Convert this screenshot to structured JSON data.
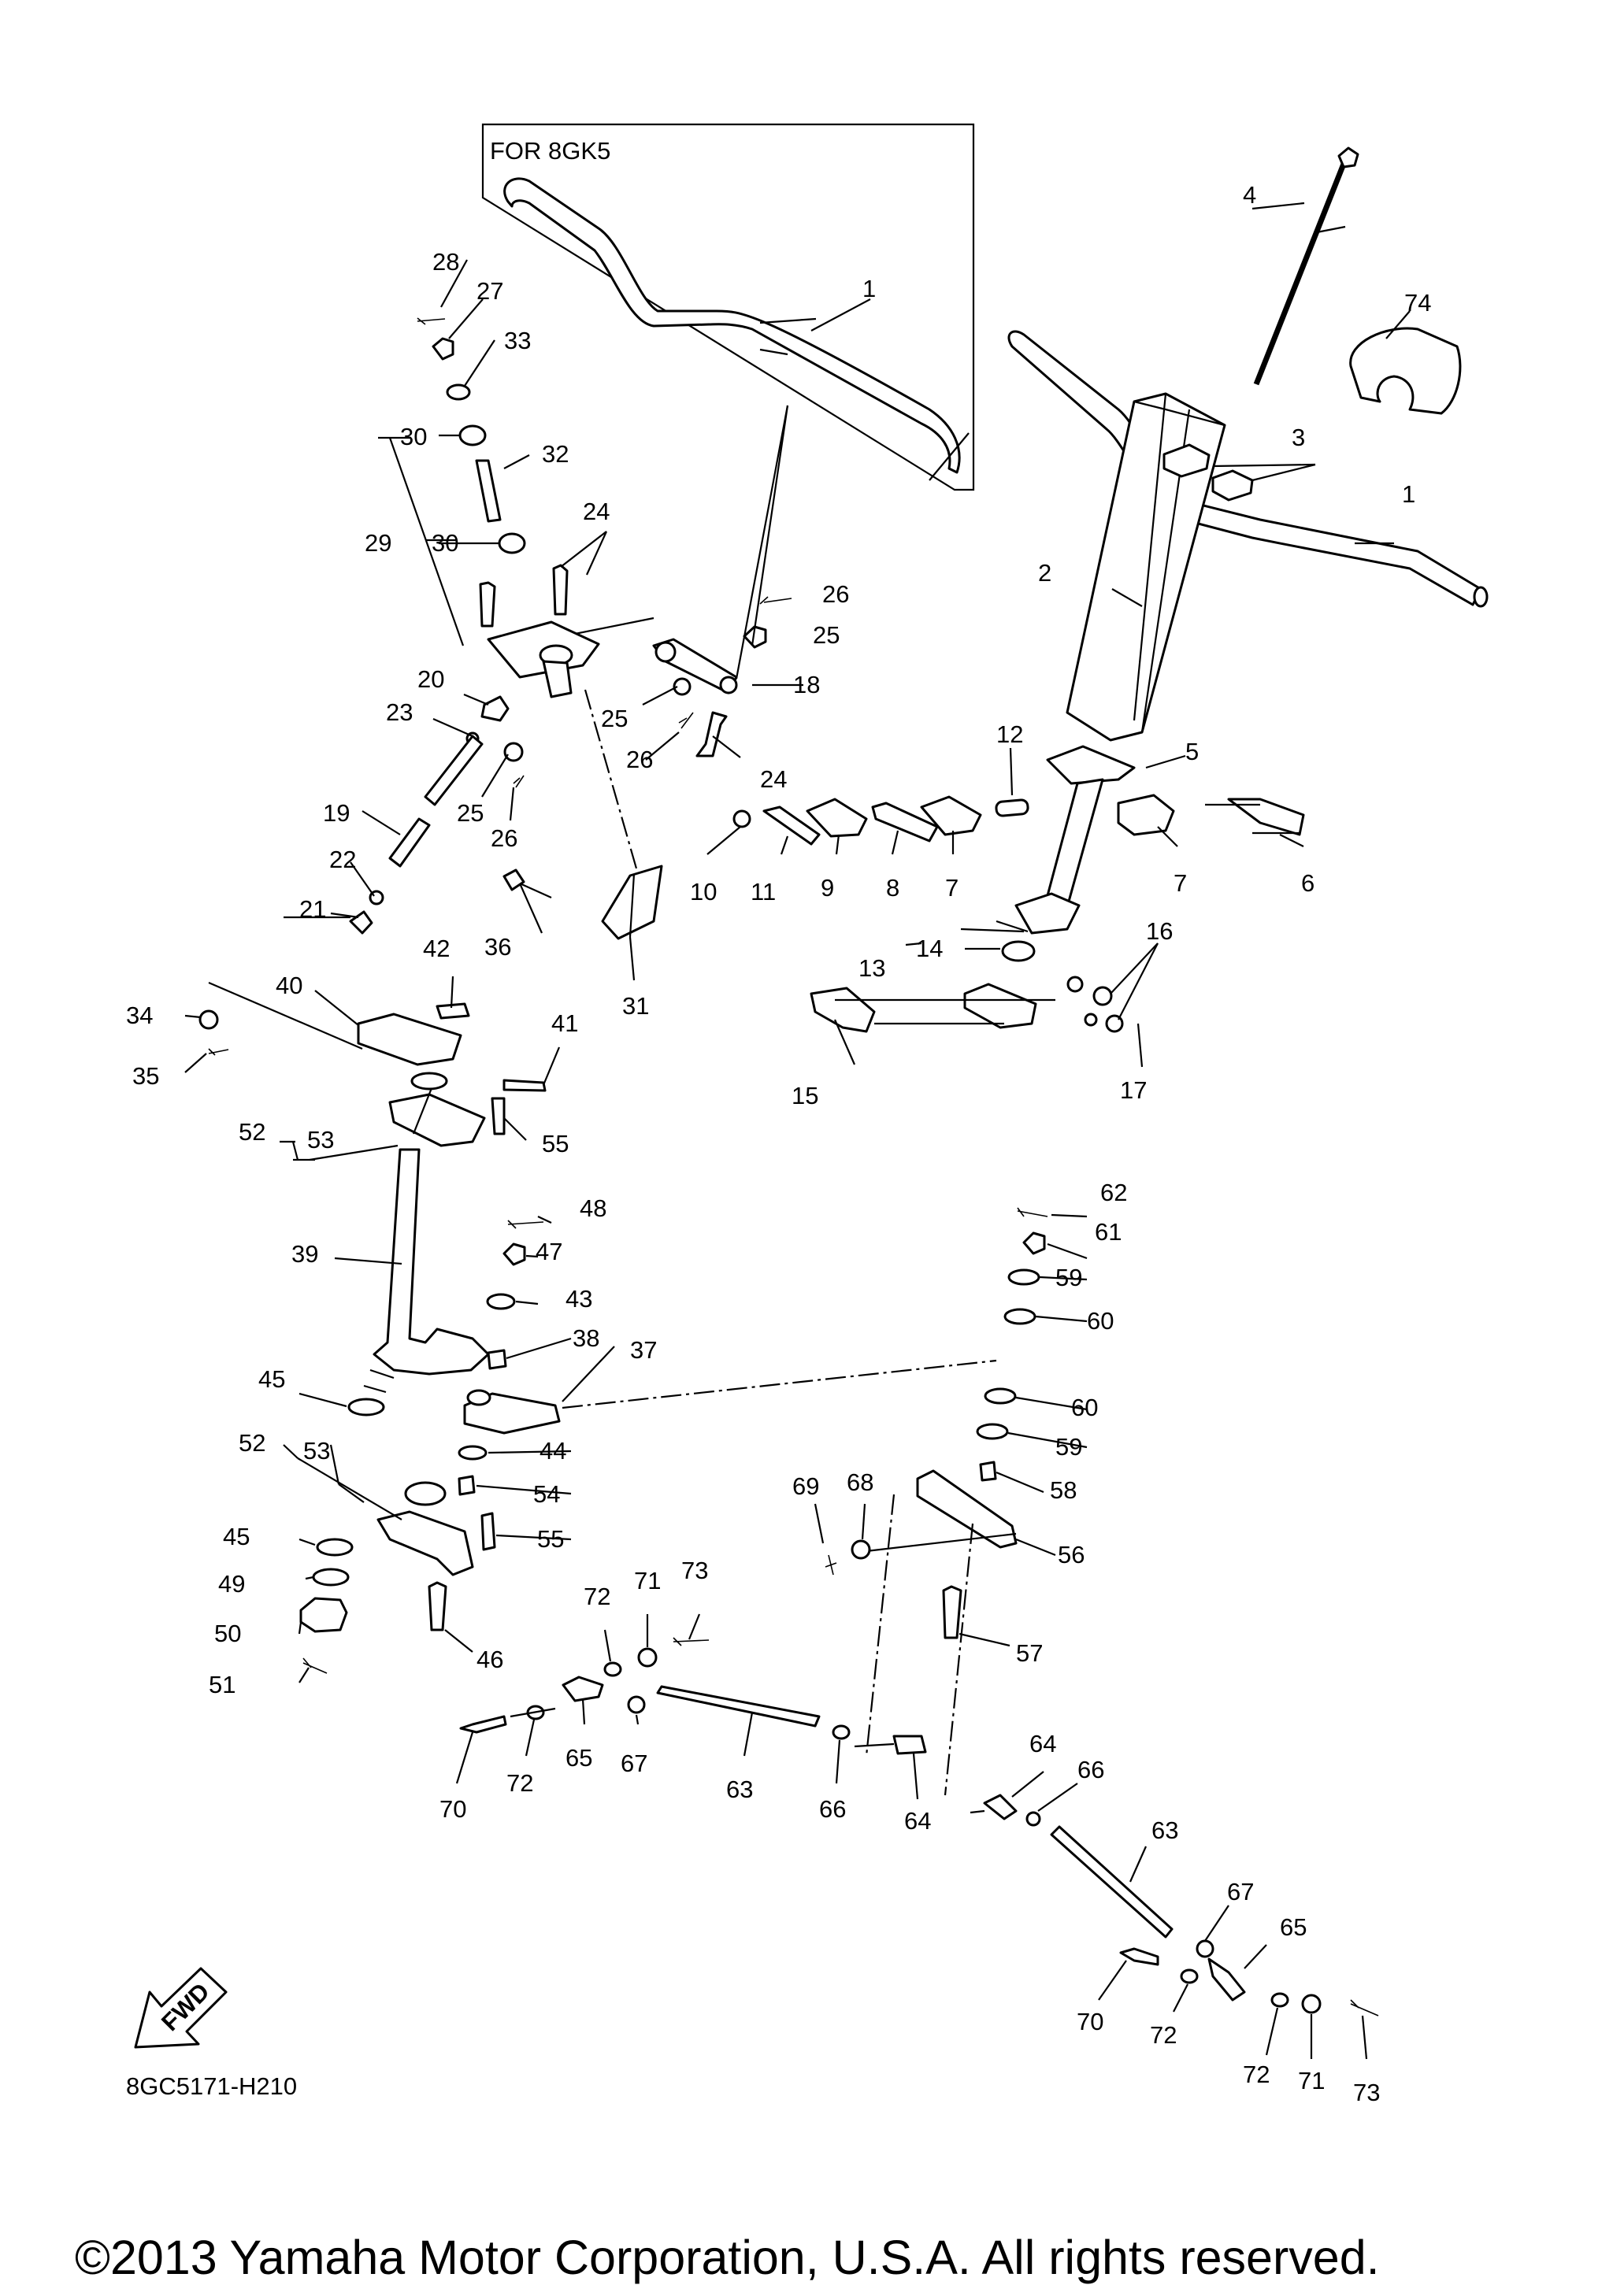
{
  "variant_box": {
    "label": "FOR 8GK5"
  },
  "fwd_arrow": {
    "label": "FWD"
  },
  "figure_ref": "8GC5171-H210",
  "copyright": "©2013 Yamaha Motor Corporation, U.S.A. All rights reserved.",
  "callouts": [
    {
      "id": "c1a",
      "text": "1"
    },
    {
      "id": "c1b",
      "text": "1"
    },
    {
      "id": "c2",
      "text": "2"
    },
    {
      "id": "c3",
      "text": "3"
    },
    {
      "id": "c4",
      "text": "4"
    },
    {
      "id": "c5",
      "text": "5"
    },
    {
      "id": "c6",
      "text": "6"
    },
    {
      "id": "c7a",
      "text": "7"
    },
    {
      "id": "c7b",
      "text": "7"
    },
    {
      "id": "c8",
      "text": "8"
    },
    {
      "id": "c9",
      "text": "9"
    },
    {
      "id": "c10",
      "text": "10"
    },
    {
      "id": "c11",
      "text": "11"
    },
    {
      "id": "c12",
      "text": "12"
    },
    {
      "id": "c13",
      "text": "13"
    },
    {
      "id": "c14",
      "text": "14"
    },
    {
      "id": "c15",
      "text": "15"
    },
    {
      "id": "c16",
      "text": "16"
    },
    {
      "id": "c17",
      "text": "17"
    },
    {
      "id": "c18",
      "text": "18"
    },
    {
      "id": "c19",
      "text": "19"
    },
    {
      "id": "c20",
      "text": "20"
    },
    {
      "id": "c21",
      "text": "21"
    },
    {
      "id": "c22",
      "text": "22"
    },
    {
      "id": "c23",
      "text": "23"
    },
    {
      "id": "c24a",
      "text": "24"
    },
    {
      "id": "c24b",
      "text": "24"
    },
    {
      "id": "c25a",
      "text": "25"
    },
    {
      "id": "c25b",
      "text": "25"
    },
    {
      "id": "c25c",
      "text": "25"
    },
    {
      "id": "c26a",
      "text": "26"
    },
    {
      "id": "c26b",
      "text": "26"
    },
    {
      "id": "c26c",
      "text": "26"
    },
    {
      "id": "c27",
      "text": "27"
    },
    {
      "id": "c28",
      "text": "28"
    },
    {
      "id": "c29",
      "text": "29"
    },
    {
      "id": "c30a",
      "text": "30"
    },
    {
      "id": "c30b",
      "text": "30"
    },
    {
      "id": "c31",
      "text": "31"
    },
    {
      "id": "c32",
      "text": "32"
    },
    {
      "id": "c33",
      "text": "33"
    },
    {
      "id": "c34",
      "text": "34"
    },
    {
      "id": "c35",
      "text": "35"
    },
    {
      "id": "c36",
      "text": "36"
    },
    {
      "id": "c37",
      "text": "37"
    },
    {
      "id": "c38",
      "text": "38"
    },
    {
      "id": "c39",
      "text": "39"
    },
    {
      "id": "c40",
      "text": "40"
    },
    {
      "id": "c41",
      "text": "41"
    },
    {
      "id": "c42",
      "text": "42"
    },
    {
      "id": "c43",
      "text": "43"
    },
    {
      "id": "c44",
      "text": "44"
    },
    {
      "id": "c45a",
      "text": "45"
    },
    {
      "id": "c45b",
      "text": "45"
    },
    {
      "id": "c46",
      "text": "46"
    },
    {
      "id": "c47",
      "text": "47"
    },
    {
      "id": "c48",
      "text": "48"
    },
    {
      "id": "c49",
      "text": "49"
    },
    {
      "id": "c50",
      "text": "50"
    },
    {
      "id": "c51",
      "text": "51"
    },
    {
      "id": "c52a",
      "text": "52"
    },
    {
      "id": "c52b",
      "text": "52"
    },
    {
      "id": "c53a",
      "text": "53"
    },
    {
      "id": "c53b",
      "text": "53"
    },
    {
      "id": "c54",
      "text": "54"
    },
    {
      "id": "c55a",
      "text": "55"
    },
    {
      "id": "c55b",
      "text": "55"
    },
    {
      "id": "c56",
      "text": "56"
    },
    {
      "id": "c57",
      "text": "57"
    },
    {
      "id": "c58",
      "text": "58"
    },
    {
      "id": "c59a",
      "text": "59"
    },
    {
      "id": "c59b",
      "text": "59"
    },
    {
      "id": "c60a",
      "text": "60"
    },
    {
      "id": "c60b",
      "text": "60"
    },
    {
      "id": "c61",
      "text": "61"
    },
    {
      "id": "c62",
      "text": "62"
    },
    {
      "id": "c63a",
      "text": "63"
    },
    {
      "id": "c63b",
      "text": "63"
    },
    {
      "id": "c64a",
      "text": "64"
    },
    {
      "id": "c64b",
      "text": "64"
    },
    {
      "id": "c65a",
      "text": "65"
    },
    {
      "id": "c65b",
      "text": "65"
    },
    {
      "id": "c66a",
      "text": "66"
    },
    {
      "id": "c66b",
      "text": "66"
    },
    {
      "id": "c67a",
      "text": "67"
    },
    {
      "id": "c67b",
      "text": "67"
    },
    {
      "id": "c68",
      "text": "68"
    },
    {
      "id": "c69",
      "text": "69"
    },
    {
      "id": "c70a",
      "text": "70"
    },
    {
      "id": "c70b",
      "text": "70"
    },
    {
      "id": "c71a",
      "text": "71"
    },
    {
      "id": "c71b",
      "text": "71"
    },
    {
      "id": "c72a",
      "text": "72"
    },
    {
      "id": "c72b",
      "text": "72"
    },
    {
      "id": "c72c",
      "text": "72"
    },
    {
      "id": "c72d",
      "text": "72"
    },
    {
      "id": "c73a",
      "text": "73"
    },
    {
      "id": "c73b",
      "text": "73"
    },
    {
      "id": "c74",
      "text": "74"
    }
  ]
}
